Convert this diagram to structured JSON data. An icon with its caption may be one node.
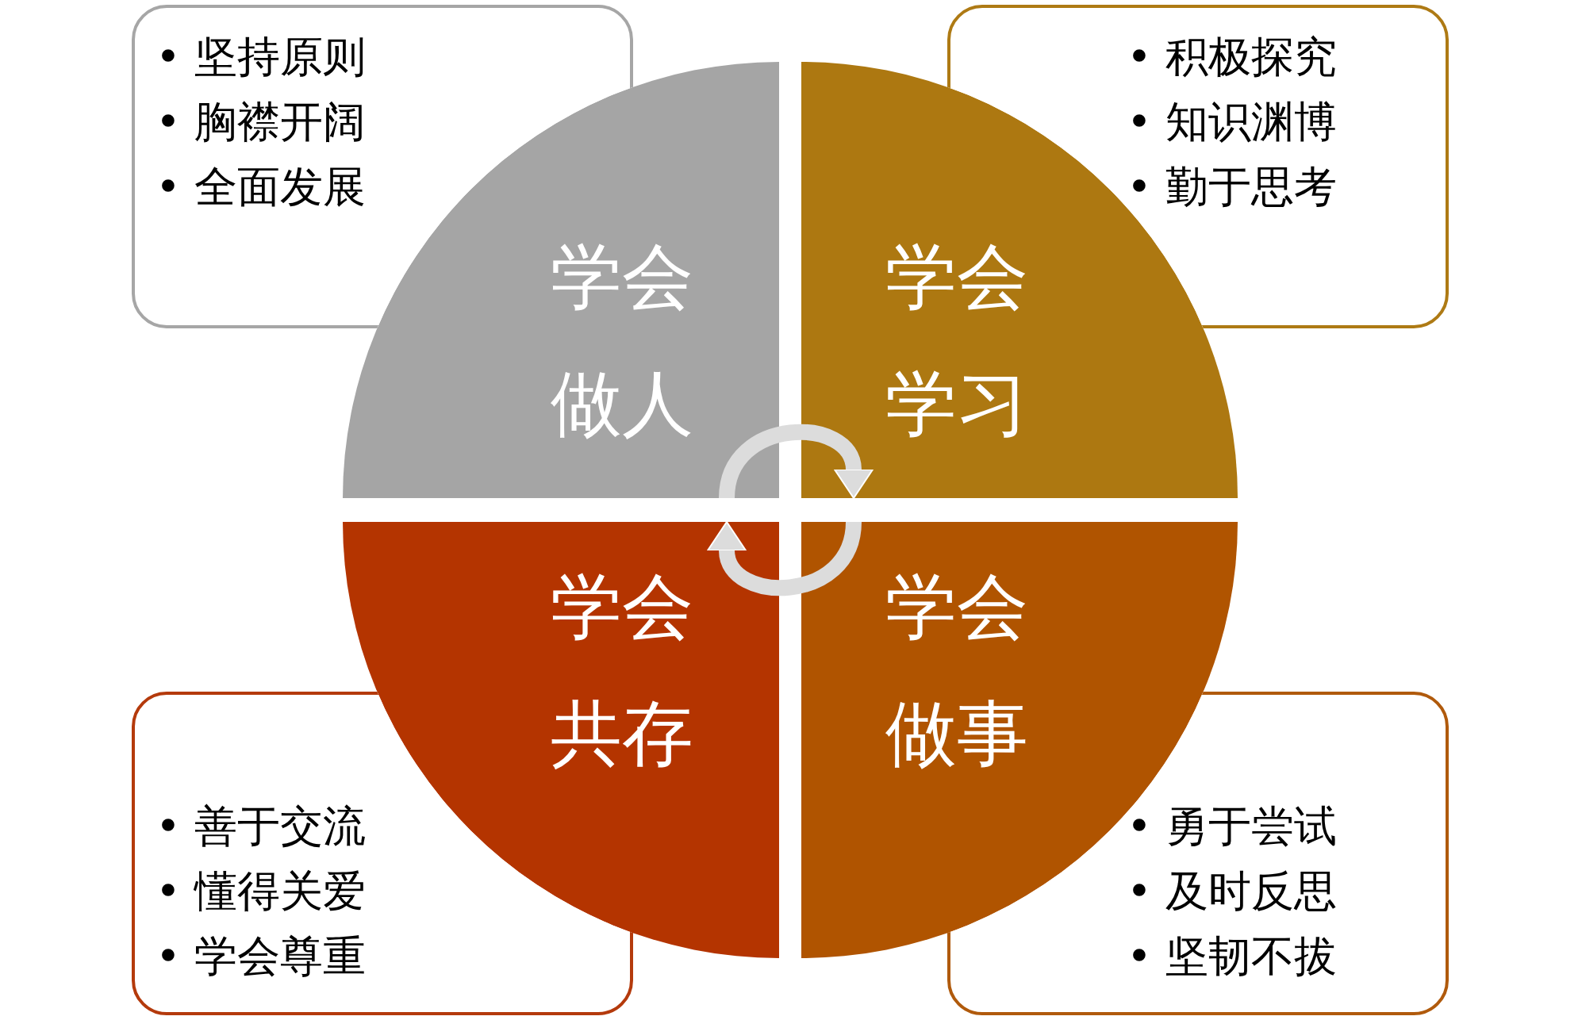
{
  "diagram": {
    "nodes": [
      {
        "text": [
          "• 坚持原则",
          "• 胸襟开阔",
          "• 全面发展"
        ]
      },
      {
        "text": [
          "• 积极探究",
          "• 知识渊博",
          "• 勤于思考"
        ]
      },
      {
        "text": [
          "学会做人"
        ]
      },
      {
        "text": [
          "学会学习"
        ]
      },
      {
        "text": [
          "学会共存"
        ]
      },
      {
        "text": [
          "学会做事"
        ]
      },
      {
        "text": [
          "• 善于交流",
          "• 懂得关爱",
          "• 学会尊重"
        ]
      },
      {
        "text": [
          "• 勇于尝试",
          "• 及时反思",
          "• 坚韧不拔"
        ]
      }
    ],
    "edges": [
      {
        "from": 2,
        "to": 3,
        "arrow": "to"
      },
      {
        "from": 5,
        "to": 4,
        "arrow": "to"
      }
    ]
  }
}
